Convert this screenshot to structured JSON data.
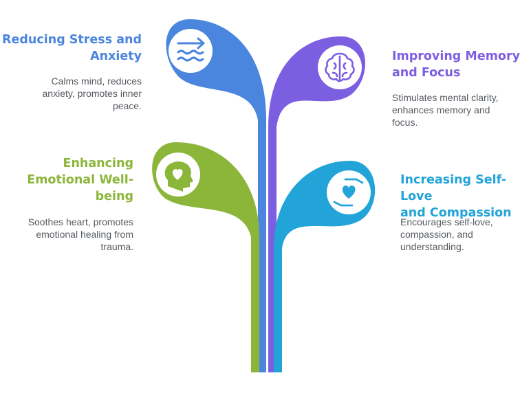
{
  "colors": {
    "blue": "#4a85de",
    "purple": "#7c5fe1",
    "green": "#8bb63a",
    "cyan": "#22a4d8",
    "text": "#555a60"
  },
  "items": [
    {
      "title": "Reducing Stress and Anxiety",
      "title_line1": "Reducing Stress and",
      "title_line2": "Anxiety",
      "desc_line1": "Calms mind, reduces",
      "desc_line2": "anxiety, promotes inner",
      "desc_line3": "peace.",
      "icon": "wave-arrow-icon",
      "color": "blue"
    },
    {
      "title": "Improving Memory and Focus",
      "title_line1": "Improving Memory",
      "title_line2": "and Focus",
      "desc_line1": "Stimulates mental clarity,",
      "desc_line2": "enhances memory and",
      "desc_line3": "focus.",
      "icon": "brain-icon",
      "color": "purple"
    },
    {
      "title": "Enhancing Emotional Well-being",
      "title_line1": "Enhancing",
      "title_line2": "Emotional Well-",
      "title_line3": "being",
      "desc_line1": "Soothes heart, promotes",
      "desc_line2": "emotional healing from",
      "desc_line3": "trauma.",
      "icon": "head-heart-icon",
      "color": "green"
    },
    {
      "title": "Increasing Self-Love and Compassion",
      "title_line1": "Increasing Self-Love",
      "title_line2": "and Compassion",
      "desc_line1": "Encourages self-love,",
      "desc_line2": "compassion, and",
      "desc_line3": "understanding.",
      "icon": "hands-heart-icon",
      "color": "cyan"
    }
  ]
}
